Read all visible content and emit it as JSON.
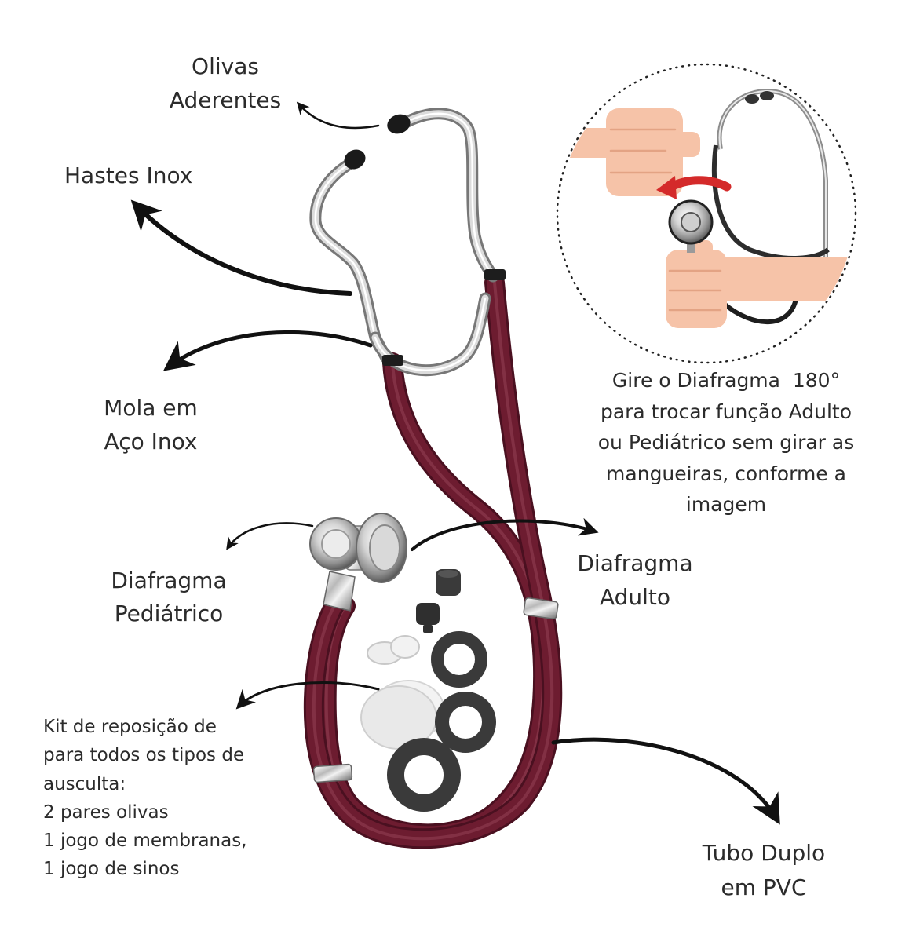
{
  "callouts": {
    "earpieces": {
      "line1": "Olivas",
      "line2": "Aderentes"
    },
    "binaurals": {
      "line1": "Hastes Inox"
    },
    "spring": {
      "line1": "Mola em",
      "line2": "Aço Inox"
    },
    "pediatric_diaphragm": {
      "line1": "Diafragma",
      "line2": "Pediátrico"
    },
    "adult_diaphragm": {
      "line1": "Diafragma",
      "line2": "Adulto"
    },
    "tubing": {
      "line1": "Tubo Duplo",
      "line2": "em PVC"
    }
  },
  "rotation_note": {
    "lines": [
      "Gire o Diafragma  180°",
      "para trocar função Adulto",
      "ou Pediátrico sem girar as",
      "mangueiras, conforme a",
      "imagem"
    ]
  },
  "replacement_kit": {
    "lines": [
      "Kit de reposição de",
      "para todos os tipos de",
      "ausculta:",
      "2 pares olivas",
      "1 jogo de membranas,",
      "1 jogo de sinos"
    ]
  },
  "icons": [
    "stethoscope-illustration",
    "hand-icon",
    "rotation-arrow-icon",
    "curved-arrow-icon"
  ],
  "colors": {
    "text": "#2b2b2b",
    "tubing": "#6d1c30",
    "tubing_edge": "#4a1020",
    "tubing_shine": "#934256",
    "skin": "#f6c3a8",
    "skin_line": "#e3a384",
    "rotation_arrow": "#d42a2a",
    "callout_arrow": "#111111",
    "rubber_parts": "#3a3a3a"
  }
}
